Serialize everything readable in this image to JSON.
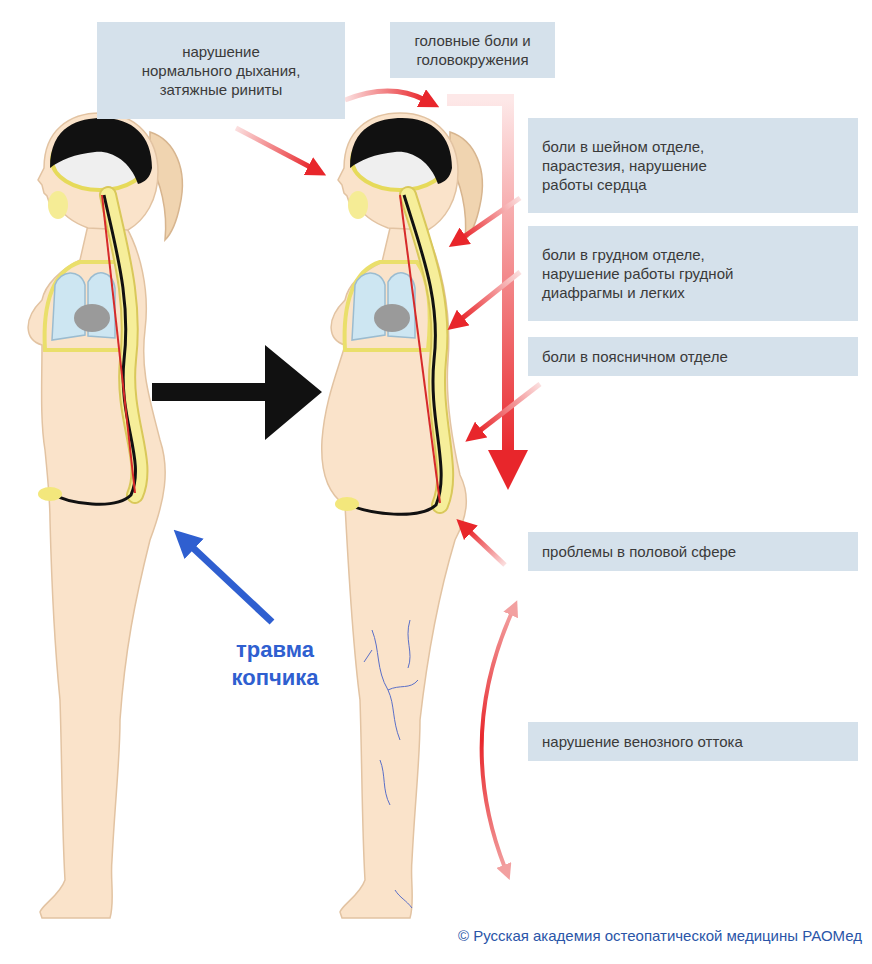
{
  "diagram": {
    "nodes": [
      {
        "text": [
          "нарушение нормального дыхания, затяжные риниты"
        ]
      },
      {
        "text": [
          "головные боли и головокружения"
        ]
      },
      {
        "text": [
          "боли в шейном отделе, парастезия, нарушение работы сердца"
        ]
      },
      {
        "text": [
          "боли в грудном отделе, нарушение работы грудной диафрагмы и легких"
        ]
      },
      {
        "text": [
          "боли в поясничном отделе"
        ]
      },
      {
        "text": [
          "проблемы в половой сфере"
        ]
      },
      {
        "text": [
          "нарушение венозного оттока"
        ]
      }
    ],
    "labels": [
      "травма копчика",
      "© Русская академия остеопатической медицины РАОМед"
    ]
  }
}
